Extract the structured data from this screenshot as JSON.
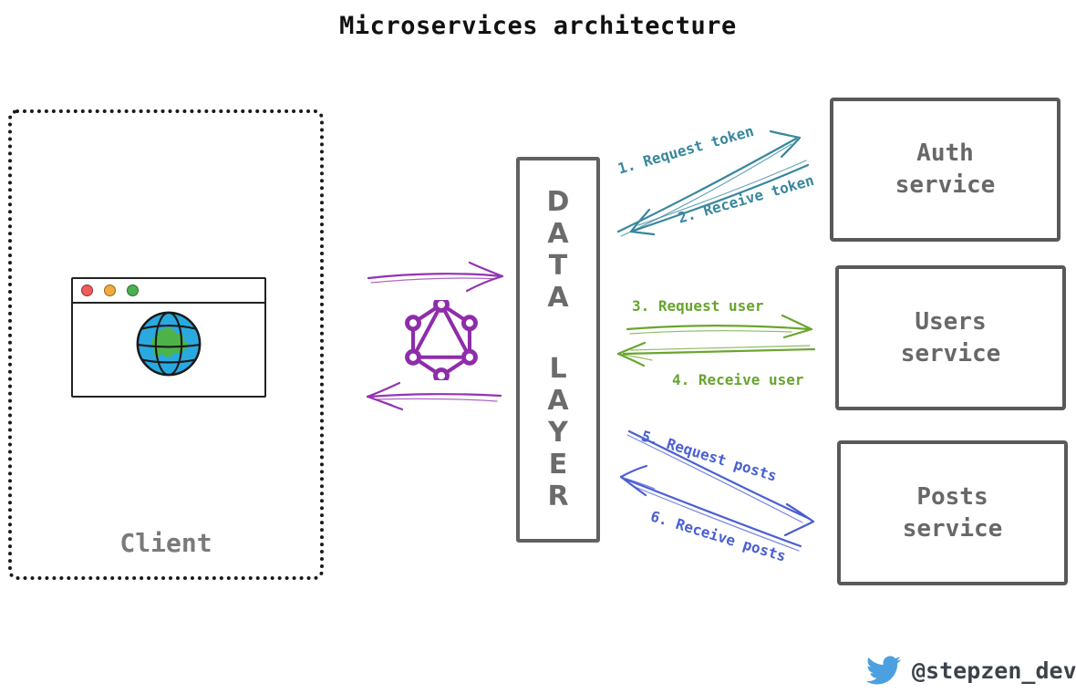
{
  "title": "Microservices architecture",
  "client": {
    "label": "Client",
    "browser": {
      "icon": "browser-window-icon",
      "traffic_lights": [
        "#ee5c5c",
        "#f3a93c",
        "#4cb052"
      ],
      "content_icon": "globe-icon"
    }
  },
  "gateway": {
    "icon": "graphql-logo-icon",
    "arrows": [
      "client to data layer",
      "data layer to client"
    ],
    "color": "#9334b2"
  },
  "data_layer": {
    "letters": [
      "D",
      "A",
      "T",
      "A",
      "L",
      "A",
      "Y",
      "E",
      "R"
    ],
    "words": [
      "DATA",
      "LAYER"
    ]
  },
  "services": [
    {
      "name": "Auth\nservice"
    },
    {
      "name": "Users\nservice"
    },
    {
      "name": "Posts\nservice"
    }
  ],
  "flows": [
    {
      "label": "1. Request token",
      "color": "#38879c",
      "from": "Data layer",
      "to": "Auth service"
    },
    {
      "label": "2. Receive token",
      "color": "#38879c",
      "from": "Auth service",
      "to": "Data layer"
    },
    {
      "label": "3. Request user",
      "color": "#6aa52f",
      "from": "Data layer",
      "to": "Users service"
    },
    {
      "label": "4. Receive user",
      "color": "#6aa52f",
      "from": "Users service",
      "to": "Data layer"
    },
    {
      "label": "5. Request posts",
      "color": "#4a5fd3",
      "from": "Data layer",
      "to": "Posts service"
    },
    {
      "label": "6. Receive posts",
      "color": "#4a5fd3",
      "from": "Posts service",
      "to": "Data layer"
    }
  ],
  "footer": {
    "icon": "twitter-bird-icon",
    "handle": "@stepzen_dev",
    "icon_color": "#4da0e0"
  },
  "colors": {
    "box_border": "#595959",
    "data_layer_border": "#616161",
    "service_text": "#686868",
    "client_text": "#7a7a7a",
    "title_text": "#111111"
  }
}
